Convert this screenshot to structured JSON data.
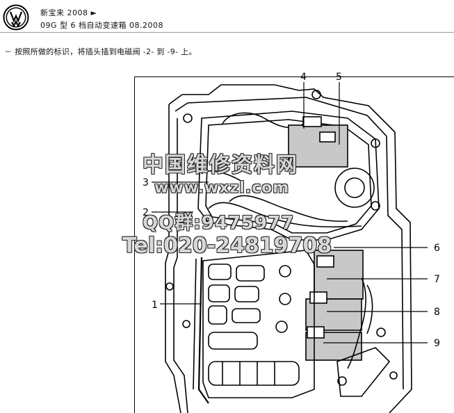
{
  "header": {
    "brand_logo_icon": "vw-logo-icon",
    "title_line1": "新宝来 2008 ►",
    "title_line2": "09G 型 6 档自动变速箱 08.2008"
  },
  "instruction": "－  按照所做的标识，将插头插到电磁阀 -2- 到 -9- 上。",
  "figure": {
    "callouts": [
      "1",
      "2",
      "3",
      "4",
      "5",
      "6",
      "7",
      "8",
      "9"
    ]
  },
  "watermark": {
    "line1": "中国维修资料网",
    "line2": "www.wxzl.com",
    "line3": "QQ群:9475977",
    "line4": "Tel:020-24819708"
  }
}
